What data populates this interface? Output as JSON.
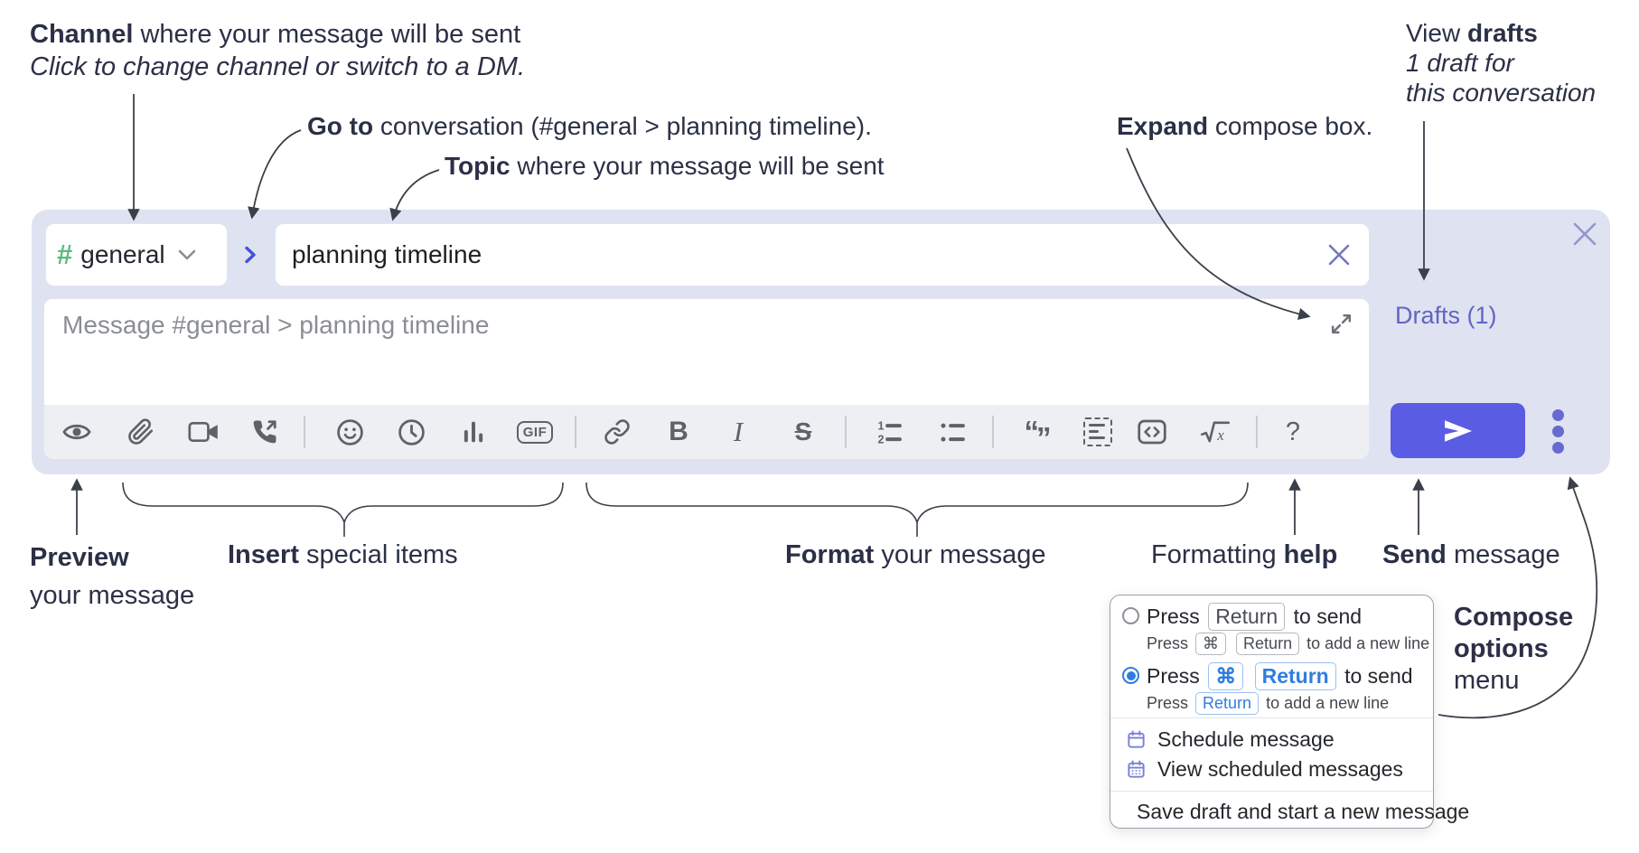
{
  "notes": {
    "channel": {
      "bold": "Channel",
      "rest": " where your message will be sent",
      "sub": "Click to change channel or switch to a DM."
    },
    "goto": {
      "bold": "Go to",
      "rest": " conversation (#general > planning timeline)."
    },
    "topic": {
      "bold": "Topic",
      "rest": " where your message will be sent"
    },
    "expand": {
      "bold": "Expand",
      "rest": " compose box."
    },
    "drafts": {
      "pre": "View ",
      "bold": "drafts",
      "line2": "1 draft for",
      "line3": "this conversation"
    },
    "preview": {
      "bold": "Preview",
      "line2": "your message"
    },
    "insert": {
      "bold": "Insert",
      "rest": " special items"
    },
    "format": {
      "bold": "Format",
      "rest": " your message"
    },
    "help": {
      "pre": "Formatting ",
      "bold": "help"
    },
    "send": {
      "bold": "Send",
      "rest": " message"
    },
    "compose_options": {
      "bold1": "Compose",
      "bold2": "options",
      "rest": "menu"
    }
  },
  "composer": {
    "channel": {
      "hash": "#",
      "name": "general"
    },
    "topic_value": "planning timeline",
    "message_placeholder": "Message #general > planning timeline",
    "drafts_label": "Drafts (1)",
    "toolbar_icons": [
      "preview-eye",
      "attach-paperclip",
      "video-camera",
      "phone-call",
      "emoji-smiley",
      "recent-clock",
      "poll-bar-chart",
      "gif",
      "link",
      "bold",
      "italic",
      "strikethrough",
      "ordered-list",
      "bulleted-list",
      "quote",
      "quote-block",
      "code",
      "formula-sqrt",
      "formatting-help"
    ],
    "toolbar": {
      "gif": "GIF",
      "bold": "B",
      "italic": "I",
      "strike": "S",
      "quote_a": "“",
      "quote_b": "”",
      "sqrt": "x",
      "help": "?",
      "ol_1": "1",
      "ol_2": "2"
    }
  },
  "menu": {
    "keys": {
      "cmd": "⌘",
      "ret": "Return"
    },
    "option1": {
      "press": "Press",
      "to_send": "to send",
      "sub_press": "Press",
      "sub_rest": "to add a new line",
      "selected": false
    },
    "option2": {
      "press": "Press",
      "to_send": "to send",
      "sub_press": "Press",
      "sub_rest": "to add a new line",
      "selected": true
    },
    "items": [
      {
        "label": "Schedule message"
      },
      {
        "label": "View scheduled messages"
      },
      {
        "label": "Save draft and start a new message"
      }
    ]
  },
  "colors": {
    "send_button": "#5a5ce4",
    "drafts_link": "#6165c4",
    "channel_hash_green": "#5cba80",
    "keycap_blue": "#2f7de1",
    "menu_icon_purple": "#7b80d6",
    "composer_bg": "#dfe2f0",
    "toolbar_bg": "#edeff3",
    "annotation_text": "#2b3046"
  }
}
